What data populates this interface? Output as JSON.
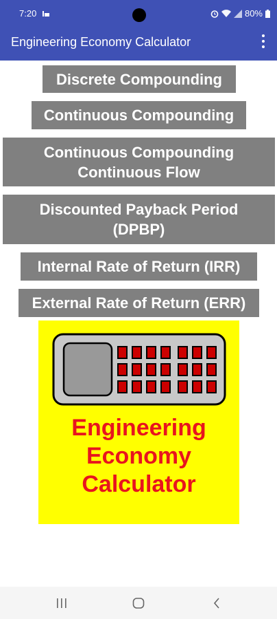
{
  "status_bar": {
    "time": "7:20",
    "battery": "80%"
  },
  "app_bar": {
    "title": "Engineering Economy Calculator",
    "menu_icon": "more-vert-icon"
  },
  "menu": {
    "discrete_compounding": "Discrete Compounding",
    "continuous_compounding": "Continuous Compounding",
    "continuous_flow": "Continuous Compounding\nContinuous Flow",
    "dpbp": "Discounted Payback Period\n(DPBP)",
    "irr": "Internal Rate of Return  (IRR)",
    "err": "External Rate of Return (ERR)"
  },
  "logo": {
    "line1": "Engineering",
    "line2": "Economy",
    "line3": "Calculator",
    "icon": "calculator-icon",
    "colors": {
      "background": "#ffff00",
      "text": "#e8141e",
      "keys": "#cc0000",
      "body": "#c8c8c8"
    }
  },
  "nav_bar": {
    "recents_icon": "recents-icon",
    "home_icon": "home-icon",
    "back_icon": "back-icon"
  },
  "colors": {
    "primary": "#3f51b5",
    "button": "#808080"
  }
}
